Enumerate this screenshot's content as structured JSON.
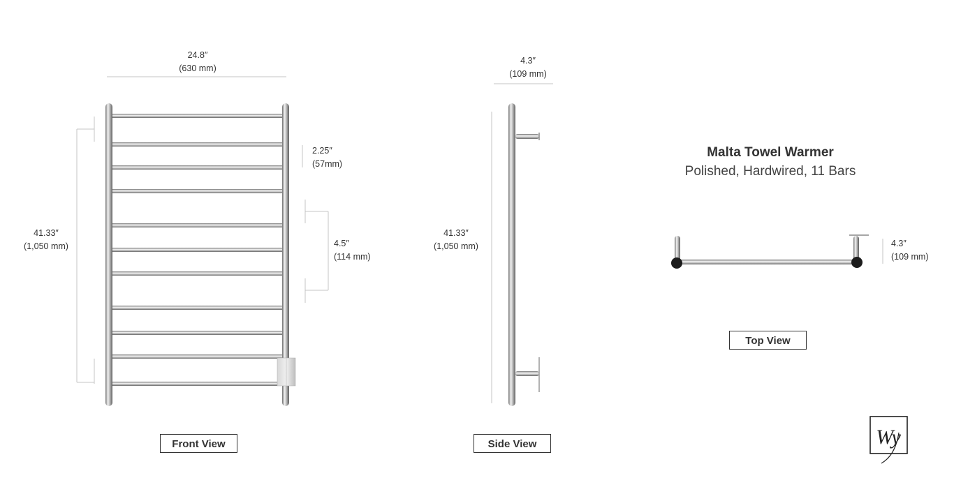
{
  "product": {
    "name": "Malta Towel Warmer",
    "subtitle": "Polished, Hardwired, 11 Bars"
  },
  "front_view": {
    "label": "Front View",
    "width_in": "24.8″",
    "width_mm": "(630 mm)",
    "height_in": "41.33″",
    "height_mm": "(1,050 mm)",
    "bar_spacing_in": "2.25″",
    "bar_spacing_mm": "(57mm)",
    "gap_in": "4.5″",
    "gap_mm": "(114 mm)",
    "bar_count": 11
  },
  "side_view": {
    "label": "Side View",
    "depth_in": "4.3″",
    "depth_mm": "(109 mm)",
    "height_in": "41.33″",
    "height_mm": "(1,050 mm)"
  },
  "top_view": {
    "label": "Top View",
    "depth_in": "4.3″",
    "depth_mm": "(109 mm)"
  },
  "logo": {
    "text": "Wy"
  },
  "colors": {
    "chrome_dark": "#6f6f6f",
    "chrome_light": "#f4f4f4",
    "dim_line": "#c4c4c4",
    "text": "#333333"
  }
}
